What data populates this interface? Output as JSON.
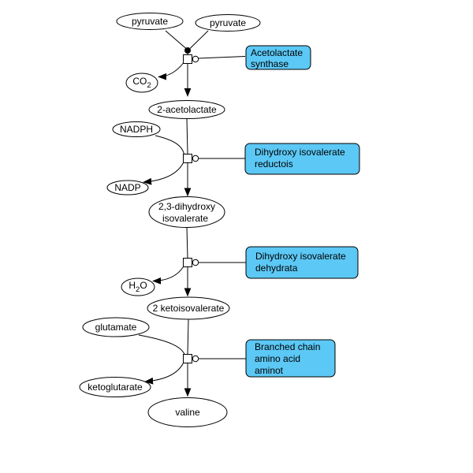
{
  "colors": {
    "background": "#ffffff",
    "node_fill": "#ffffff",
    "node_stroke": "#000000",
    "edge": "#000000",
    "enzyme_fill": "#5cc8f5",
    "enzyme_stroke": "#000000",
    "text": "#000000"
  },
  "pathway": {
    "metabolites": {
      "pyruvate1": "pyruvate",
      "pyruvate2": "pyruvate",
      "co2": {
        "base": "CO",
        "sub": "2"
      },
      "acetolactate": "2-acetolactate",
      "nadph": "NADPH",
      "nadp": "NADP",
      "dihydroxy_isovalerate": {
        "line1": "2,3-dihydroxy",
        "line2": "isovalerate"
      },
      "h2o": {
        "h": "H",
        "sub": "2",
        "o": "O"
      },
      "ketoisovalerate": "2 ketoisovalerate",
      "glutamate": "glutamate",
      "ketoglutarate": "ketoglutarate",
      "valine": "valine"
    },
    "enzymes": {
      "acetolactate_synthase": {
        "line1": "Acetolactate",
        "line2": "synthase"
      },
      "dihydroxy_isovalerate_reductois": {
        "line1": "Dihydroxy isovalerate",
        "line2": "reductois"
      },
      "dihydroxy_isovalerate_dehydrata": {
        "line1": "Dihydroxy isovalerate",
        "line2": "dehydrata"
      },
      "branched_chain_aminotransferase": {
        "line1": "Branched chain",
        "line2": "amino acid",
        "line3": "aminot"
      }
    }
  }
}
